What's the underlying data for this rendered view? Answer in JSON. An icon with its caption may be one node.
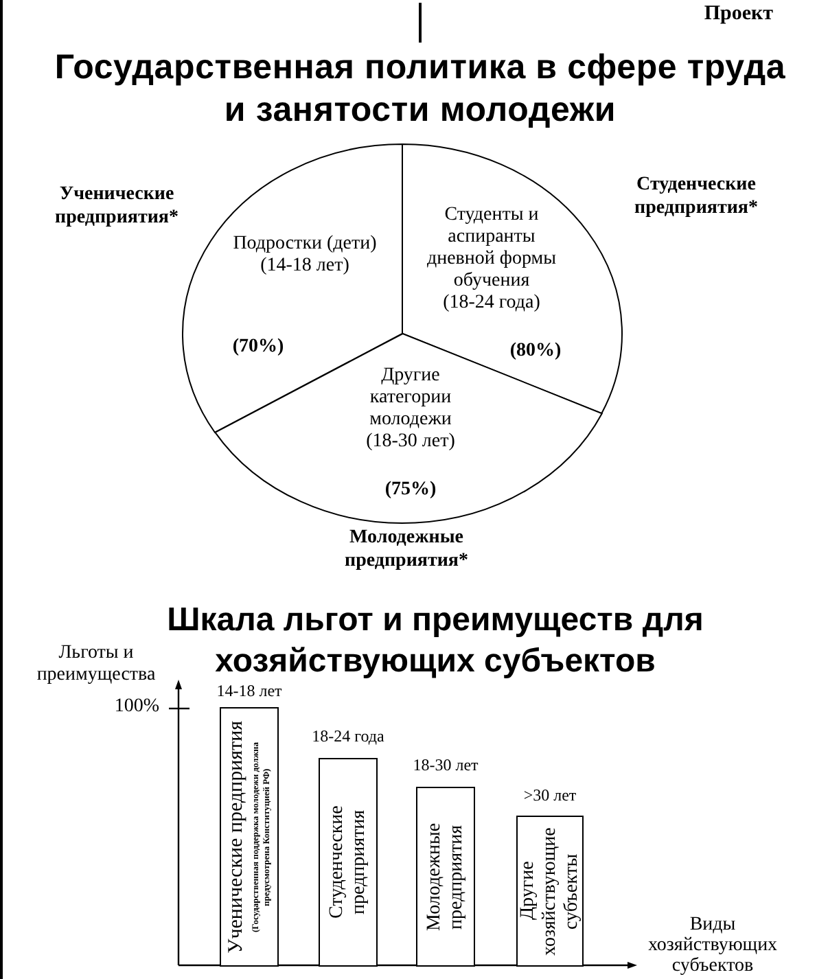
{
  "diagram": {
    "title": "Государственная политика в сфере труда и занятости молодежи",
    "nodes": [
      {
        "text": [
          "Подростки (дети)",
          "(14-18 лет)",
          "(70%)"
        ],
        "beside": [
          "Ученические предприятия*"
        ]
      },
      {
        "text": [
          "Студенты и аспиранты дневной формы обучения",
          "(18-24 года)",
          "(80%)"
        ],
        "beside": [
          "Студенческие предприятия*"
        ]
      },
      {
        "text": [
          "Другие категории молодежи",
          "(18-30 лет)",
          "(75%)"
        ],
        "beside": [
          "Молодежные предприятия*"
        ]
      },
      {
        "text": [
          "Ученические предприятия",
          "(Государственная поддержка молодежи должна предусмотрена Конституцией РФ)"
        ],
        "beside": [
          "14-18 лет"
        ]
      },
      {
        "text": [
          "Студенческие предприятия"
        ],
        "beside": [
          "18-24 года"
        ]
      },
      {
        "text": [
          "Молодежные предприятия"
        ],
        "beside": [
          "18-30 лет"
        ]
      },
      {
        "text": [
          "Другие хозяйствующие субъекты"
        ],
        "beside": [
          ">30 лет"
        ]
      }
    ],
    "labels": [
      "Проект",
      "Шкала льгот и преимуществ для хозяйствующих субъектов",
      "Льготы и преимущества",
      "100%",
      "Виды хозяйствующих субъектов"
    ]
  }
}
